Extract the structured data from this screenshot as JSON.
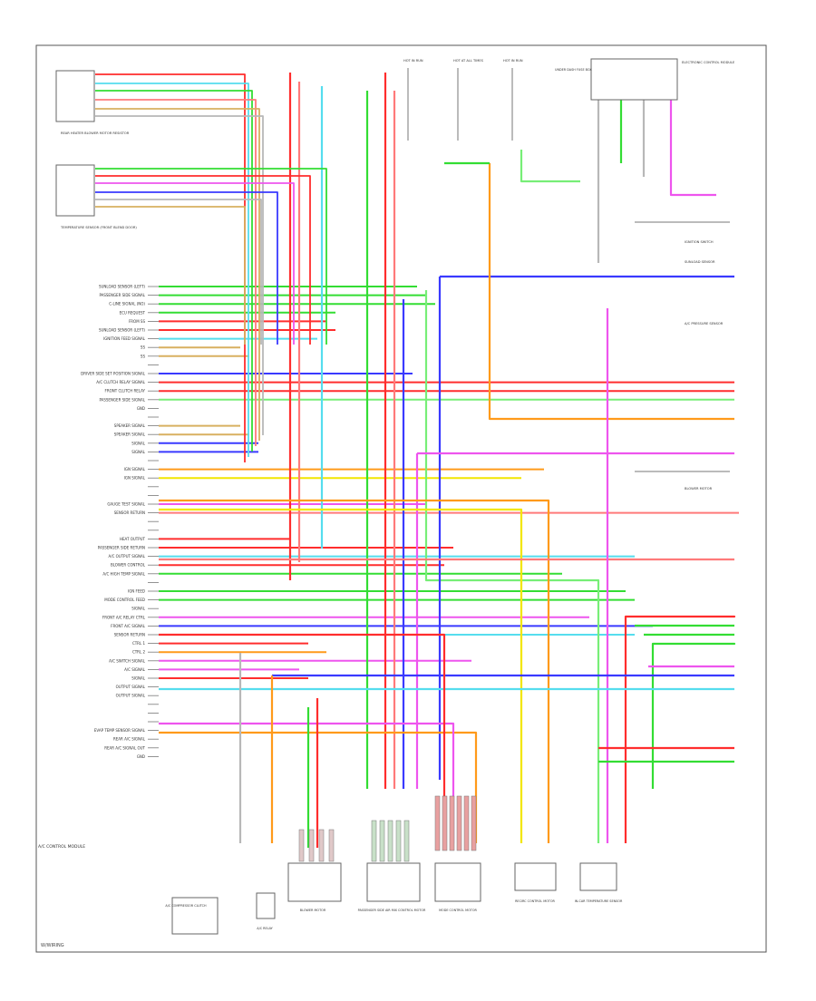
{
  "diagram": {
    "footer_id": "W/WIRING",
    "colors": {
      "red": "#ff2d2d",
      "pink": "#ff7a7a",
      "green": "#33dd33",
      "lightgreen": "#77ee77",
      "blue": "#3a3aff",
      "yellow": "#f2e600",
      "orange": "#ff9a1a",
      "cyan": "#55ddee",
      "magenta": "#ee55ee",
      "tan": "#d8b060",
      "gray": "#b8b8b8",
      "outline": "#666666"
    },
    "left_labels": [
      "SUNLOAD SENSOR (LEFT)",
      "PASSENGER SIDE SIGNAL",
      "C-LINE SIGNAL (NO)",
      "ECU REQUEST",
      "FROM SS",
      "SUNLOAD SENSOR (LEFT)",
      "IGNITION FEED SIGNAL",
      "SS",
      "SS",
      "",
      "DRIVER SIDE SET POSITION SIGNAL",
      "A/C CLUTCH RELAY SIGNAL",
      "FRONT CLUTCH RELAY",
      "PASSENGER SIDE SIGNAL",
      "GND",
      "",
      "SPEAKER SIGNAL",
      "SPEAKER SIGNAL",
      "SIGNAL",
      "SIGNAL",
      "",
      "IGN SIGNAL",
      "IGN SIGNAL",
      "",
      "",
      "GAUGE TEST SIGNAL",
      "SENSOR RETURN",
      "",
      "",
      "HEAT OUTPUT",
      "PASSENGER SIDE RETURN",
      "A/C OUTPUT SIGNAL",
      "BLOWER CONTROL",
      "A/C HIGH TEMP SIGNAL",
      "",
      "IGN FEED",
      "MODE CONTROL FEED",
      "SIGNAL",
      "FRONT A/C RELAY CTRL",
      "FRONT A/C SIGNAL",
      "SENSOR RETURN",
      "CTRL 1",
      "CTRL 2",
      "A/C SWITCH SIGNAL",
      "A/C SIGNAL",
      "SIGNAL",
      "OUTPUT SIGNAL",
      "OUTPUT SIGNAL",
      "",
      "",
      "",
      "EVAP TEMP SENSOR SIGNAL",
      "REAR A/C SIGNAL",
      "REAR A/C SIGNAL OUT",
      "GND"
    ],
    "title_left": "A/C CONTROL MODULE",
    "top_left_connector_1": "REAR HEATER BLOWER MOTOR RESISTOR",
    "top_left_connector_2": "TEMPERATURE SENSOR (FRONT BLEND DOOR)",
    "top_center_labels": [
      "HOT IN RUN",
      "HOT AT ALL TIMES",
      "HOT IN RUN"
    ],
    "top_center_fuse": "UNDER DASH FUSE BOX",
    "top_right_label": "ELECTRONIC CONTROL MODULE",
    "right_labels": [
      "IGNITION SWITCH",
      "A/C PRESSURE SENSOR",
      "BLOWER MOTOR",
      "SUNLOAD SENSOR"
    ],
    "bottom_labels": [
      "A/C COMPRESSOR CLUTCH",
      "A/C RELAY",
      "BLOWER MOTOR",
      "PASSENGER SIDE AIR MIX CONTROL MOTOR",
      "MODE CONTROL MOTOR",
      "RECIRC CONTROL MOTOR",
      "IN-CAR TEMPERATURE SENSOR"
    ]
  }
}
